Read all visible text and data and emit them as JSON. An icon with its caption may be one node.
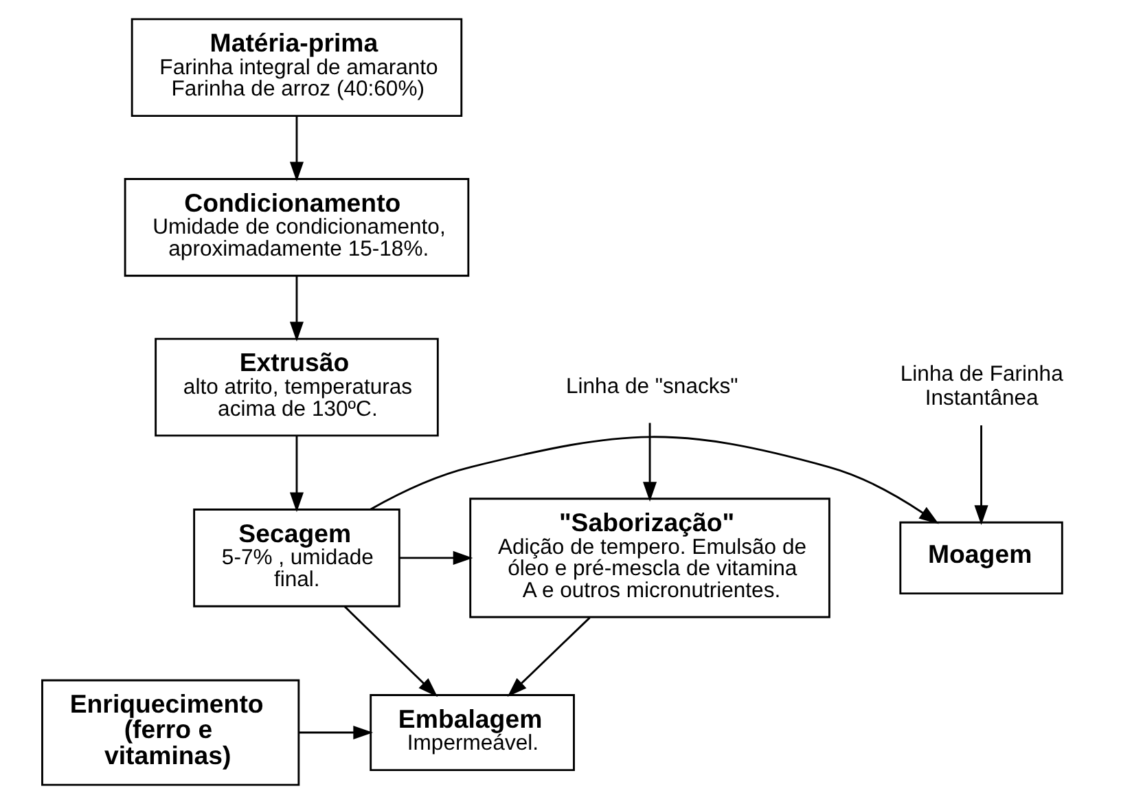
{
  "diagram": {
    "nodes": [
      {
        "text": [
          "Matéria-prima",
          "Farinha integral de amaranto Farinha de arroz (40:60%)"
        ]
      },
      {
        "text": [
          "Condicionamento",
          "Umidade de condicionamento, aproximadamente 15-18%."
        ]
      },
      {
        "text": [
          "Extrusão",
          "alto atrito, temperaturas acima de 130ºC."
        ]
      },
      {
        "text": [
          "Linha de Farinha Instantânea"
        ]
      },
      {
        "text": [
          "Linha de \"snacks\""
        ]
      },
      {
        "text": [
          "Moagem"
        ]
      },
      {
        "text": [
          "Secagem",
          "5-7% , umidade final."
        ]
      },
      {
        "text": [
          "\"Saborização\"",
          "Adição de tempero. Emulsão de óleo e pré-mescla de vitamina A e outros micronutrientes."
        ]
      },
      {
        "text": [
          "Enriquecimento (ferro e vitaminas)"
        ]
      },
      {
        "text": [
          "Embalagem",
          "Impermeável."
        ]
      }
    ],
    "edges": [
      {
        "from": 0,
        "to": 1,
        "arrow": "to"
      },
      {
        "from": 1,
        "to": 2,
        "arrow": "to"
      },
      {
        "from": 2,
        "to": 6,
        "arrow": "to"
      },
      {
        "from": 3,
        "to": 5,
        "arrow": "to"
      },
      {
        "from": 6,
        "to": 5,
        "arrow": "to"
      },
      {
        "from": 4,
        "to": 7,
        "arrow": "to"
      },
      {
        "from": 6,
        "to": 7,
        "arrow": "to"
      },
      {
        "from": 6,
        "to": 9,
        "arrow": "to"
      },
      {
        "from": 8,
        "to": 9,
        "arrow": "to"
      },
      {
        "from": 7,
        "to": 9,
        "arrow": "to"
      }
    ]
  }
}
